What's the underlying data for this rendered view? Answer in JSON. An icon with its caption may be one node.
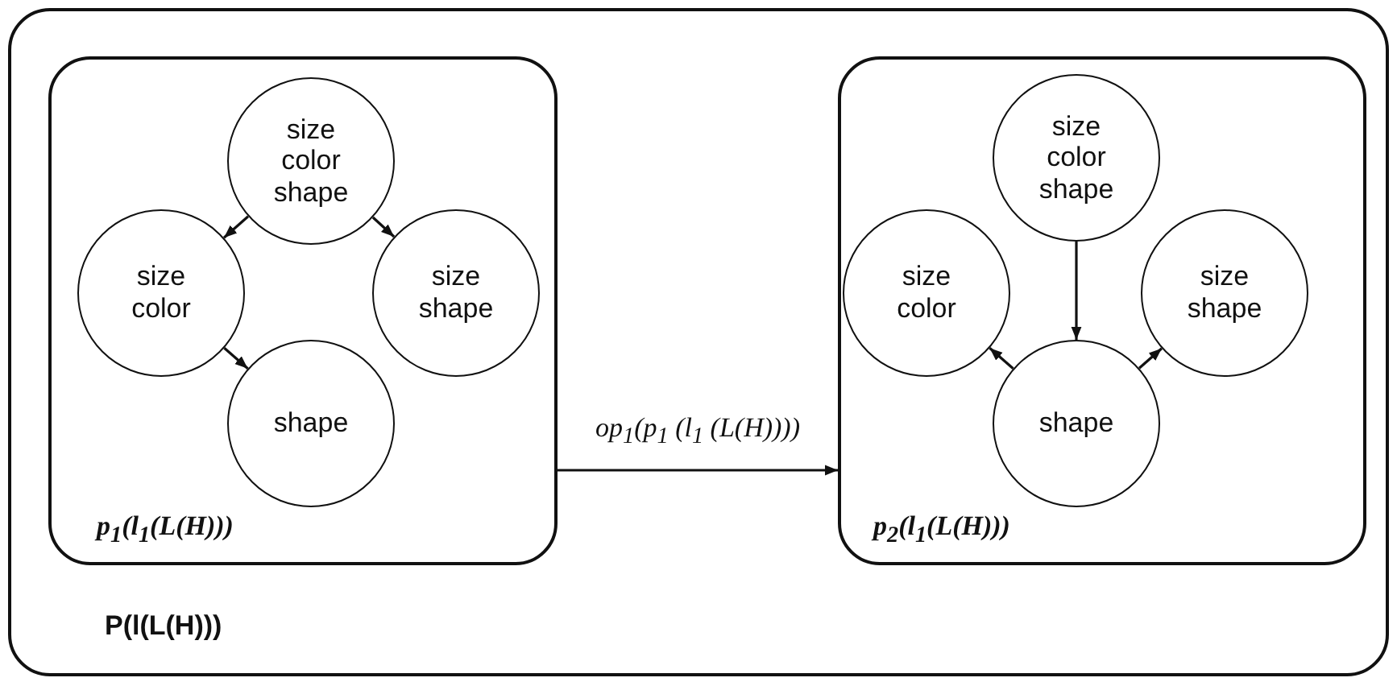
{
  "diagram": {
    "nodes": [
      {
        "text": [
          "P(l(L(H)))"
        ]
      },
      {
        "text": [
          "p$_{1}$(l$_{1}$(L(H)))"
        ],
        "in": 0
      },
      {
        "text": [
          "size color shape"
        ],
        "in": 1
      },
      {
        "text": [
          "size color"
        ],
        "in": 1
      },
      {
        "text": [
          "size shape"
        ],
        "in": 1
      },
      {
        "text": [
          "shape"
        ],
        "in": 1
      },
      {
        "text": [
          "p$_{2}$(l$_{1}$(L(H)))"
        ],
        "in": 0
      },
      {
        "text": [
          "size color shape"
        ],
        "in": 6
      },
      {
        "text": [
          "size color"
        ],
        "in": 6
      },
      {
        "text": [
          "size shape"
        ],
        "in": 6
      },
      {
        "text": [
          "shape"
        ],
        "in": 6
      }
    ],
    "edges": [
      {
        "from": 2,
        "to": 3,
        "arrow": "to"
      },
      {
        "from": 2,
        "to": 4,
        "arrow": "to"
      },
      {
        "from": 3,
        "to": 5,
        "arrow": "to"
      },
      {
        "from": 1,
        "to": 6,
        "arrow": "to",
        "label": "op$_{1}$(p$_{1}$ (l$_{1}$ (L(H))))"
      },
      {
        "from": 7,
        "to": 10,
        "arrow": "to"
      },
      {
        "from": 10,
        "to": 8,
        "arrow": "to"
      },
      {
        "from": 10,
        "to": 9,
        "arrow": "to"
      }
    ]
  }
}
